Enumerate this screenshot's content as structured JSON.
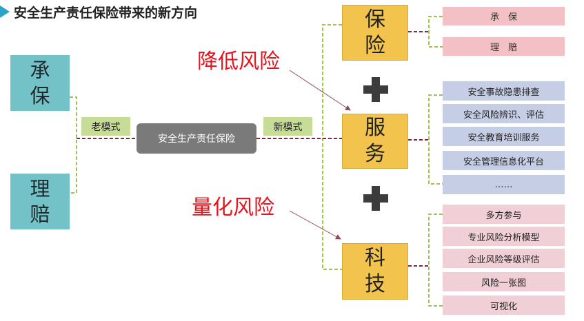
{
  "title": "安全生产责任保险带来的新方向",
  "left_boxes": [
    {
      "text": "承保"
    },
    {
      "text": "理赔"
    }
  ],
  "old_mode_label": "老模式",
  "center_box": "安全生产责任保险",
  "new_mode_label": "新模式",
  "arrow_labels": {
    "reduce_risk": "降低风险",
    "quantify_risk": "量化风险"
  },
  "pillars": [
    {
      "text": "保险"
    },
    {
      "text": "服务"
    },
    {
      "text": "科技"
    }
  ],
  "insurance_items": [
    "承　保",
    "理　赔"
  ],
  "service_items": [
    "安全事故隐患排查",
    "安全风险辨识、评估",
    "安全教育培训服务",
    "安全管理信息化平台",
    "……"
  ],
  "tech_items": [
    "多方参与",
    "专业风险分析模型",
    "企业风险等级评估",
    "风险一张图",
    "可视化"
  ],
  "colors": {
    "title_marker": "#2aa3c7",
    "teal_box": "#73c2c7",
    "green_label": "#c7dc97",
    "gray_box": "#7a7a7a",
    "gold_box": "#f2c44e",
    "pink_item": "#f3c1c5",
    "blue_item": "#c6cee5",
    "rose_item": "#f0cfd6",
    "red_text": "#e8141e",
    "dashed_green": "#9cc54a",
    "dashed_maroon": "#7a2a45"
  }
}
